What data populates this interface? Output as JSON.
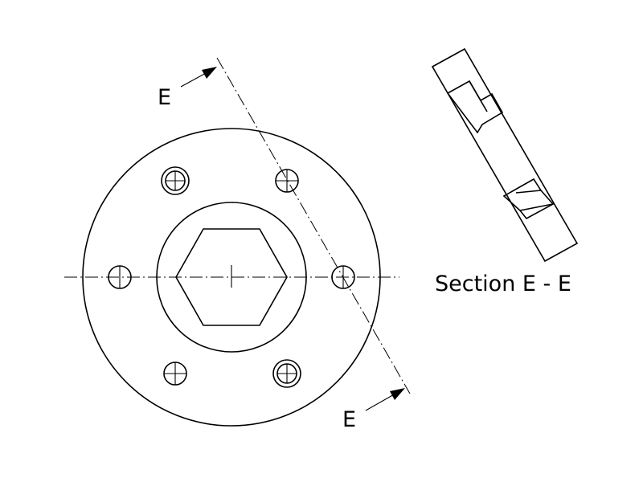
{
  "drawing": {
    "section_label_top": "E",
    "section_label_bottom": "E",
    "section_title": "Section E - E"
  }
}
